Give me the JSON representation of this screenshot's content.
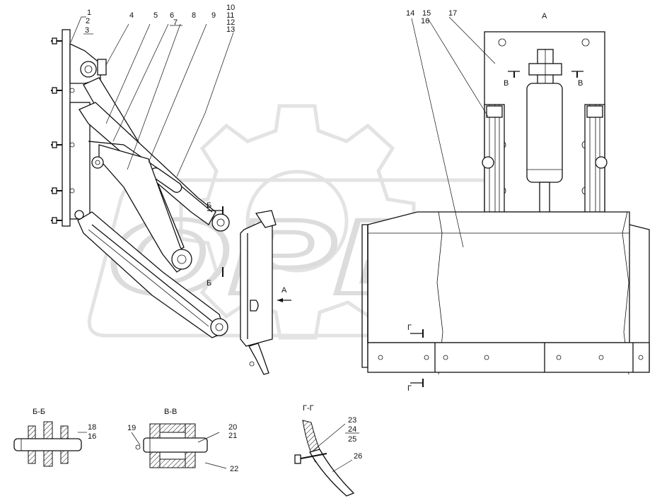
{
  "watermark": {
    "text": "OPEX"
  },
  "views": {
    "main_view_label": "А",
    "arrow_label": "А",
    "section_bb_mark": "Б",
    "section_vv_mark": "В",
    "section_gg_mark": "Г",
    "section_bb_title": "Б-Б",
    "section_vv_title": "В-В",
    "section_gg_title": "Г-Г"
  },
  "callouts": {
    "c1": "1",
    "c2": "2",
    "c3": "3",
    "c4": "4",
    "c5": "5",
    "c6": "6",
    "c7": "7",
    "c8": "8",
    "c9": "9",
    "c10": "10",
    "c11": "11",
    "c12": "12",
    "c13": "13",
    "c14": "14",
    "c15": "15",
    "c16": "16",
    "c17": "17",
    "c18": "18",
    "c16b": "16",
    "c19": "19",
    "c20": "20",
    "c21": "21",
    "c22": "22",
    "c23": "23",
    "c24": "24",
    "c25": "25",
    "c26": "26"
  }
}
